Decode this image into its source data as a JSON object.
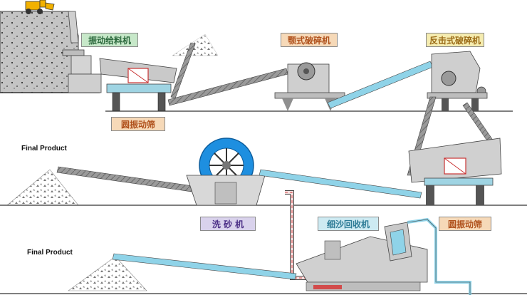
{
  "labels": {
    "vibrating_feeder": "振动给料机",
    "jaw_crusher": "颚式破碎机",
    "impact_crusher": "反击式破碎机",
    "circular_screen_top": "圆振动筛",
    "sand_washer": "洗 砂 机",
    "sand_recycler": "细沙回收机",
    "circular_screen_bottom": "圆振动筛",
    "final_product_1": "Final Product",
    "final_product_2": "Final Product"
  },
  "colors": {
    "green_tag": "#c7e8c9",
    "orange_tag": "#f6d9b8",
    "yellow_tag": "#f5ecb0",
    "purple_tag": "#d9d2ec",
    "cyan_tag": "#cdeaf2",
    "washer_wheel": "#1e8fe0",
    "belt_blue": "#8fd3e8",
    "machine_gray": "#b9b9b9",
    "loader_yellow": "#f2b100"
  }
}
